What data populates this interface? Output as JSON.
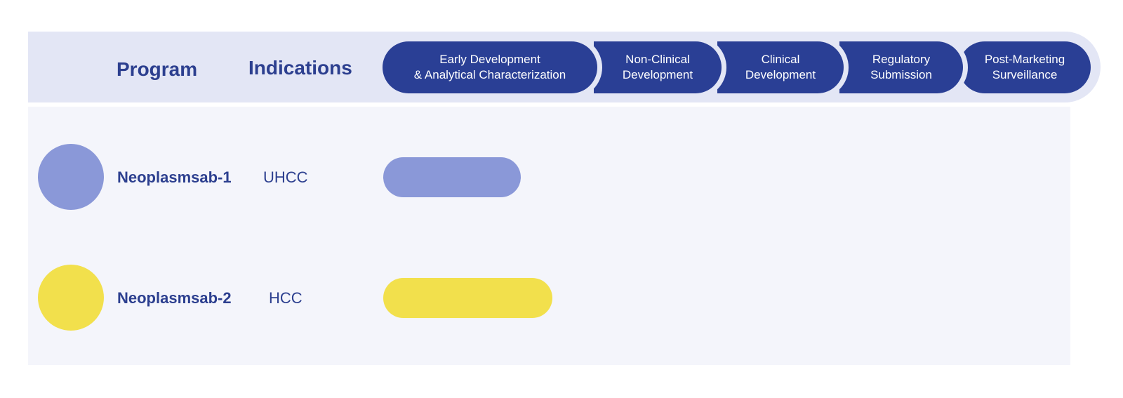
{
  "header": {
    "program_label": "Program",
    "indications_label": "Indications",
    "stages": [
      {
        "line1": "Early Development",
        "line2": "& Analytical Characterization"
      },
      {
        "line1": "Non-Clinical",
        "line2": "Development"
      },
      {
        "line1": "Clinical",
        "line2": "Development"
      },
      {
        "line1": "Regulatory",
        "line2": "Submission"
      },
      {
        "line1": "Post-Marketing",
        "line2": "Surveillance"
      }
    ]
  },
  "colors": {
    "accent": "#2a3f95",
    "header_band": "#e3e6f5",
    "panel": "#f4f5fb",
    "text": "#2c3f8f"
  },
  "programs": [
    {
      "name": "Neoplasmsab-1",
      "indication": "UHCC",
      "color": "#8a98d8",
      "progress_fraction_of_first_stage": 0.7
    },
    {
      "name": "Neoplasmsab-2",
      "indication": "HCC",
      "color": "#f2e04c",
      "progress_fraction_of_first_stage": 0.89
    }
  ]
}
